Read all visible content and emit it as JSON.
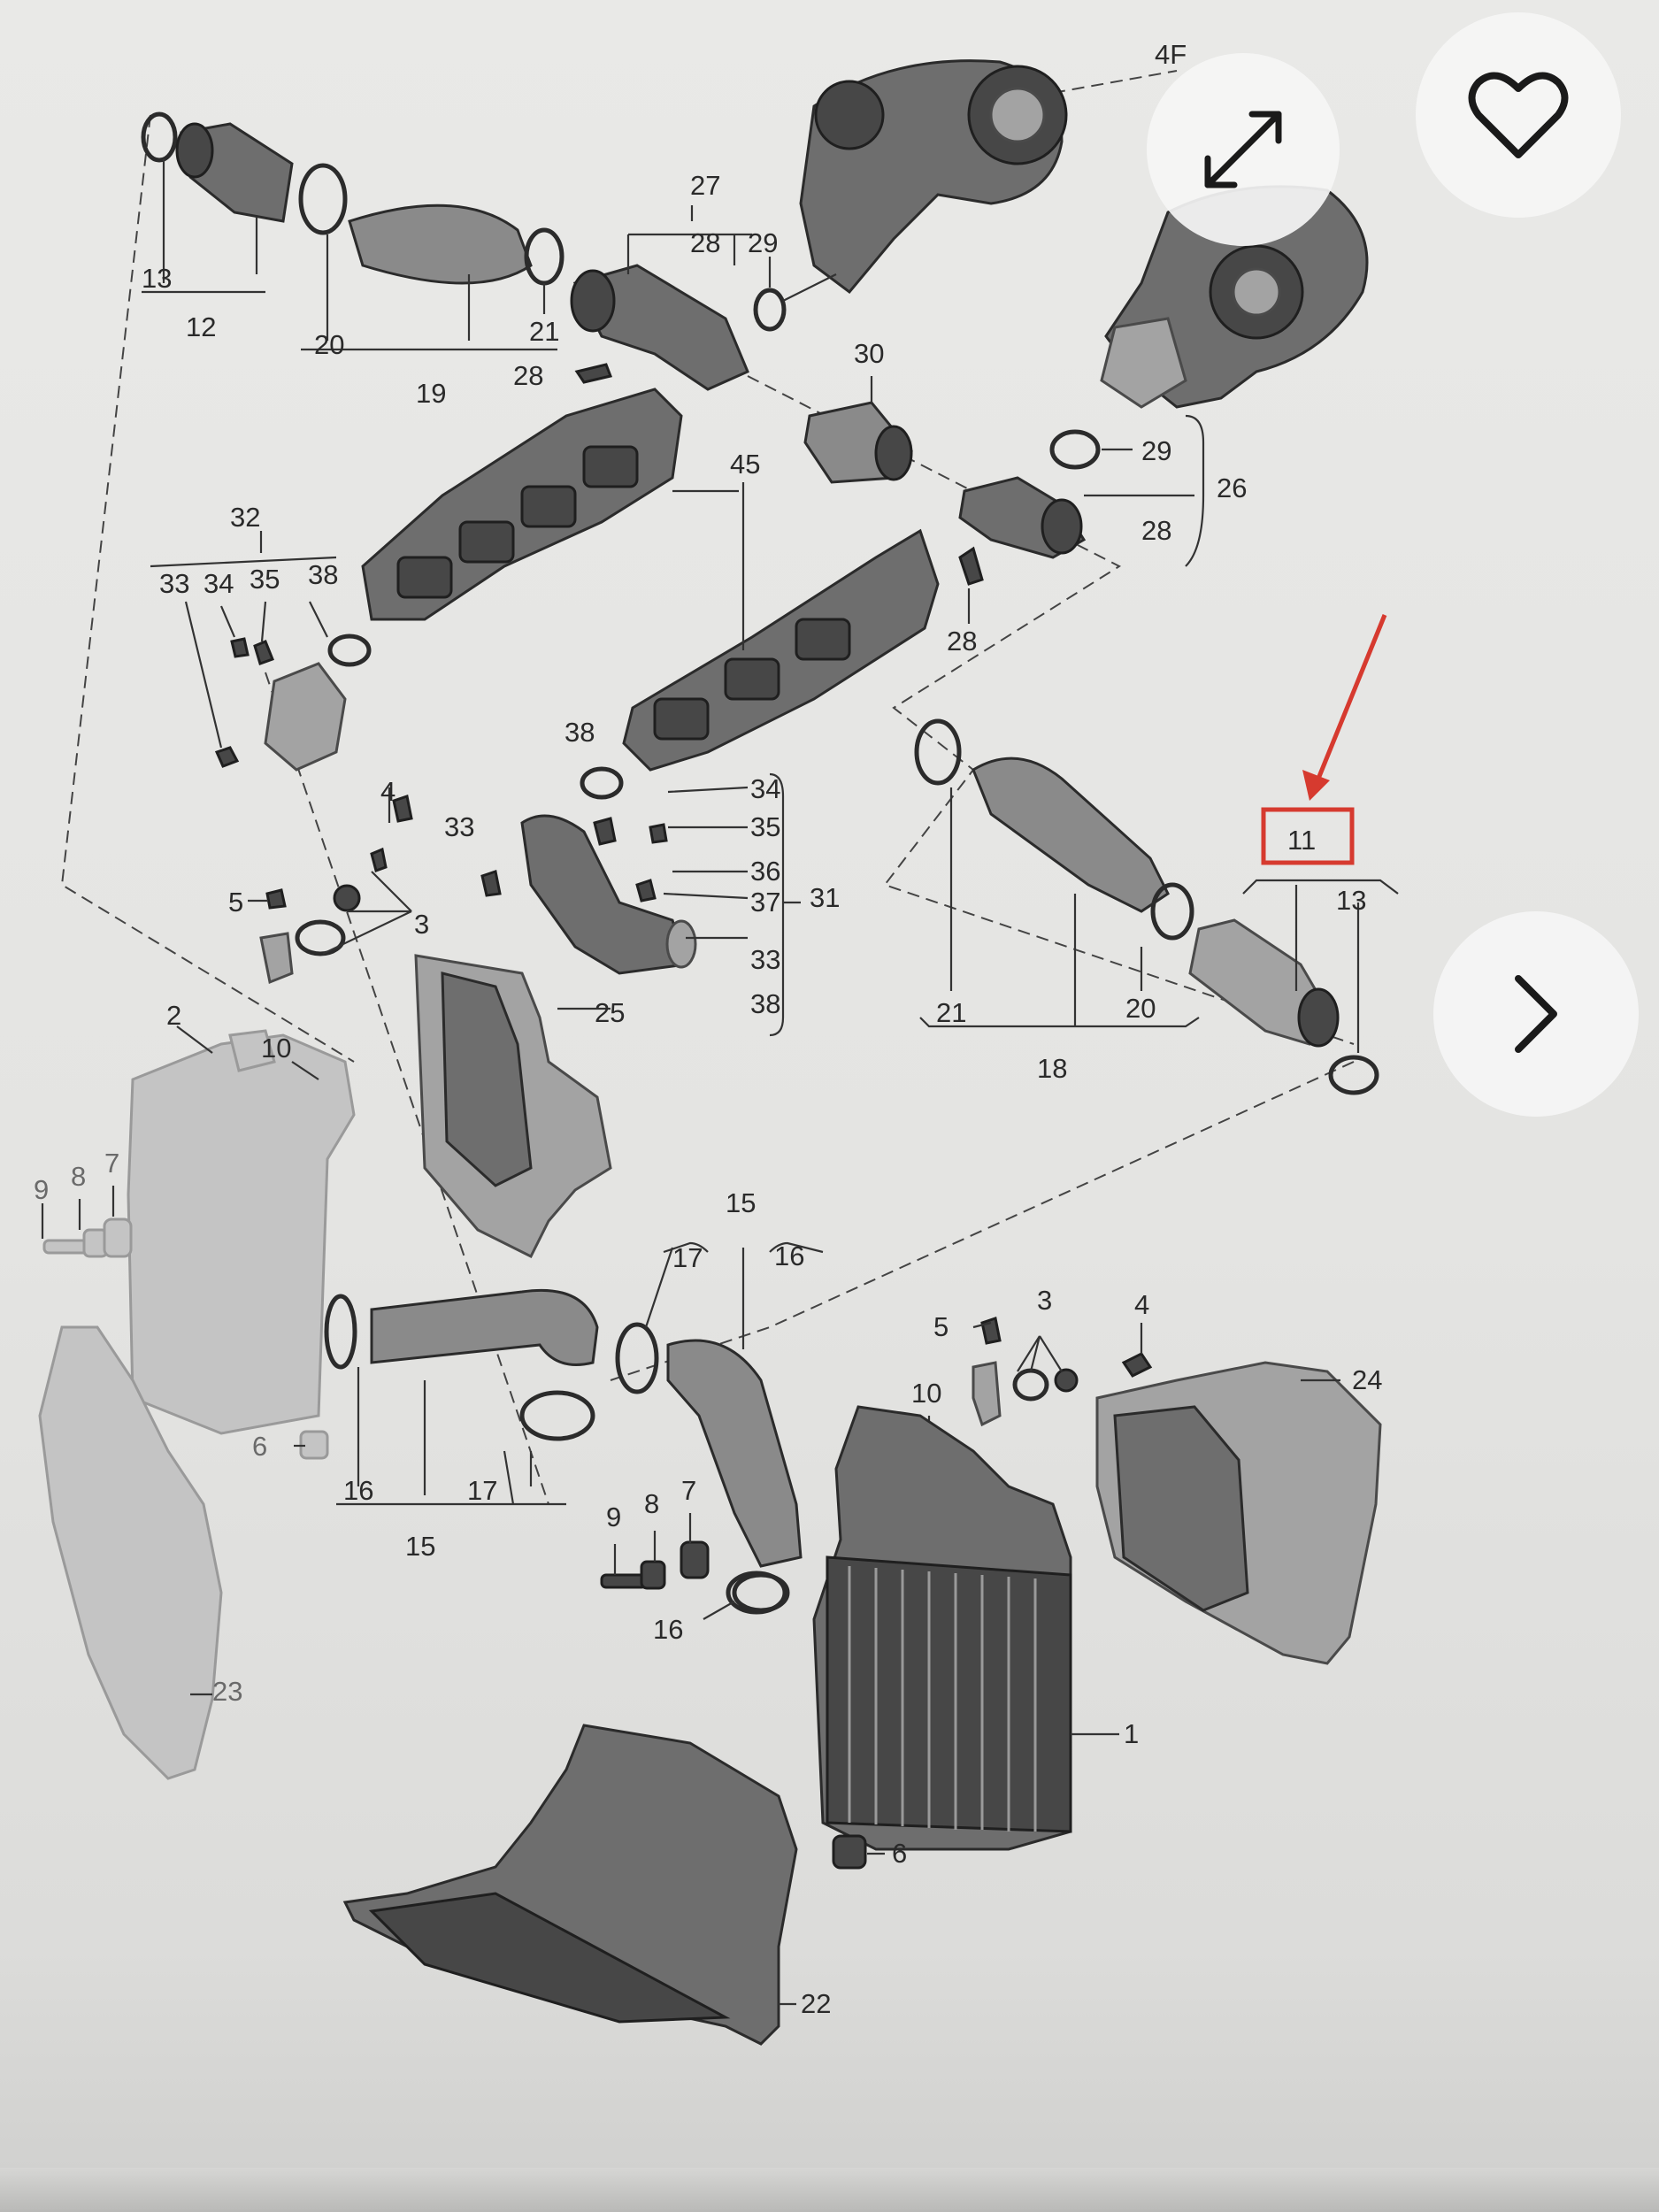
{
  "viewer": {
    "controls": {
      "expand_icon": "expand-arrows-icon",
      "favorite_icon": "heart-outline-icon",
      "next_icon": "chevron-right-icon"
    }
  },
  "diagram": {
    "colors": {
      "highlight": "#d63a2f",
      "ink": "#2a2a2a",
      "paper": "#e6e6e4"
    },
    "highlighted_part": "11",
    "labels": {
      "l4F": "4F",
      "l27": "27",
      "l28a": "28",
      "l29a": "29",
      "l13a": "13",
      "l12": "12",
      "l20a": "20",
      "l19": "19",
      "l21a": "21",
      "l28b": "28",
      "l30": "30",
      "l29b": "29",
      "l26": "26",
      "l28c": "28",
      "l28d": "28",
      "l45": "45",
      "l32": "32",
      "l33a": "33",
      "l34a": "34",
      "l35a": "35",
      "l38a": "38",
      "l38b": "38",
      "l34b": "34",
      "l35b": "35",
      "l36": "36",
      "l37": "37",
      "l31": "31",
      "l33b": "33",
      "l33c": "33",
      "l38c": "38",
      "l4a": "4",
      "l5a": "5",
      "l3a": "3",
      "l25": "25",
      "l11": "11",
      "l13b": "13",
      "l21b": "21",
      "l20b": "20",
      "l18": "18",
      "l2": "2",
      "l10a": "10",
      "l9a": "9",
      "l8a": "8",
      "l7a": "7",
      "l6a": "6",
      "l15a": "15",
      "l17a": "17",
      "l16a": "16",
      "l16b": "16",
      "l17b": "17",
      "l15b": "15",
      "l3b": "3",
      "l5b": "5",
      "l4b": "4",
      "l24": "24",
      "l10b": "10",
      "l9b": "9",
      "l8b": "8",
      "l7b": "7",
      "l16c": "16",
      "l1": "1",
      "l6b": "6",
      "l23": "23",
      "l22": "22"
    }
  }
}
